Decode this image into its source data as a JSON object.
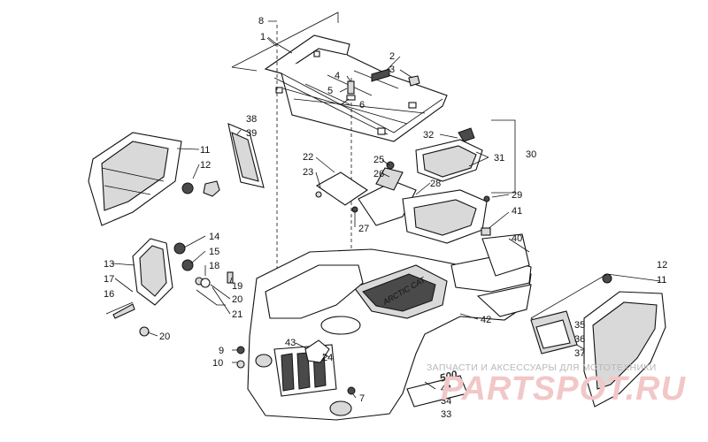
{
  "diagram": {
    "callouts": [
      {
        "id": "c8",
        "label": "8"
      },
      {
        "id": "c1",
        "label": "1"
      },
      {
        "id": "c2",
        "label": "2"
      },
      {
        "id": "c3",
        "label": "3"
      },
      {
        "id": "c4",
        "label": "4"
      },
      {
        "id": "c5",
        "label": "5"
      },
      {
        "id": "c6",
        "label": "6"
      },
      {
        "id": "c38",
        "label": "38"
      },
      {
        "id": "c39",
        "label": "39"
      },
      {
        "id": "c11a",
        "label": "11"
      },
      {
        "id": "c12a",
        "label": "12"
      },
      {
        "id": "c32",
        "label": "32"
      },
      {
        "id": "c31",
        "label": "31"
      },
      {
        "id": "c30",
        "label": "30"
      },
      {
        "id": "c22",
        "label": "22"
      },
      {
        "id": "c23",
        "label": "23"
      },
      {
        "id": "c25",
        "label": "25"
      },
      {
        "id": "c26",
        "label": "26"
      },
      {
        "id": "c28",
        "label": "28"
      },
      {
        "id": "c29",
        "label": "29"
      },
      {
        "id": "c41",
        "label": "41"
      },
      {
        "id": "c27",
        "label": "27"
      },
      {
        "id": "c40",
        "label": "40"
      },
      {
        "id": "c14",
        "label": "14"
      },
      {
        "id": "c15",
        "label": "15"
      },
      {
        "id": "c18",
        "label": "18"
      },
      {
        "id": "c19",
        "label": "19"
      },
      {
        "id": "c20a",
        "label": "20"
      },
      {
        "id": "c21",
        "label": "21"
      },
      {
        "id": "c13",
        "label": "13"
      },
      {
        "id": "c17",
        "label": "17"
      },
      {
        "id": "c16",
        "label": "16"
      },
      {
        "id": "c20b",
        "label": "20"
      },
      {
        "id": "c12b",
        "label": "12"
      },
      {
        "id": "c11b",
        "label": "11"
      },
      {
        "id": "c42",
        "label": "42"
      },
      {
        "id": "c35",
        "label": "35"
      },
      {
        "id": "c36",
        "label": "36"
      },
      {
        "id": "c37",
        "label": "37"
      },
      {
        "id": "c9",
        "label": "9"
      },
      {
        "id": "c10",
        "label": "10"
      },
      {
        "id": "c43",
        "label": "43"
      },
      {
        "id": "c24",
        "label": "24"
      },
      {
        "id": "c7",
        "label": "7"
      },
      {
        "id": "c44",
        "label": "44"
      },
      {
        "id": "c34",
        "label": "34"
      },
      {
        "id": "c33",
        "label": "33"
      }
    ],
    "hood_decal": "ARCTIC CAT",
    "fender_decal": "500"
  },
  "watermark": {
    "tagline": "ЗАПЧАСТИ И АКСЕССУАРЫ ДЛЯ МОТОТЕХНИКИ",
    "logo": "PARTSPOT.RU"
  },
  "colors": {
    "line": "#111111",
    "watermark_logo": "#f2c7c7",
    "watermark_text": "#b8b8b8"
  }
}
